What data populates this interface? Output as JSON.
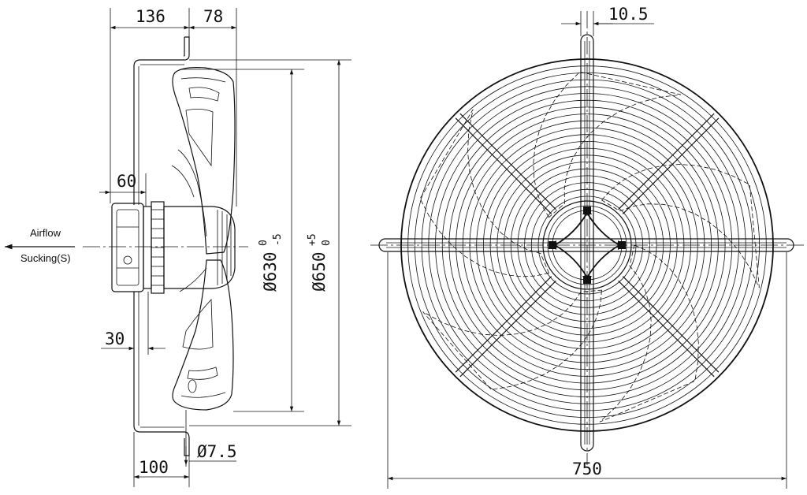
{
  "drawing": {
    "stroke_color": "#111111",
    "background": "#ffffff"
  },
  "side_view": {
    "dim_top_left": "136",
    "dim_top_right": "78",
    "dim_hub": "60",
    "dim_ring": "30",
    "dim_bottom_left": "100",
    "dim_hole": "Ø7.5",
    "dia_blade_base": "Ø630",
    "dia_blade_upper": "0",
    "dia_blade_lower": "-5",
    "dia_guard_base": "Ø650",
    "dia_guard_upper": "+5",
    "dia_guard_lower": "0",
    "airflow_label": "Airflow",
    "direction_label": "Sucking(S)"
  },
  "front_view": {
    "dim_top": "10.5",
    "dim_width": "750"
  }
}
